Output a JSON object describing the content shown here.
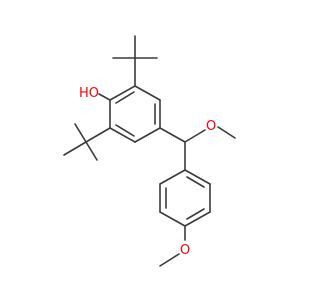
{
  "molecule": {
    "atoms": {
      "hydroxyl_oxygen": "HO",
      "methoxy_oxygen_benzylic": "O",
      "methoxy_oxygen_aryl": "O"
    },
    "colors": {
      "bond": "#3a3a3a",
      "heteroatom": "#ff0000",
      "background": "#ffffff"
    }
  }
}
